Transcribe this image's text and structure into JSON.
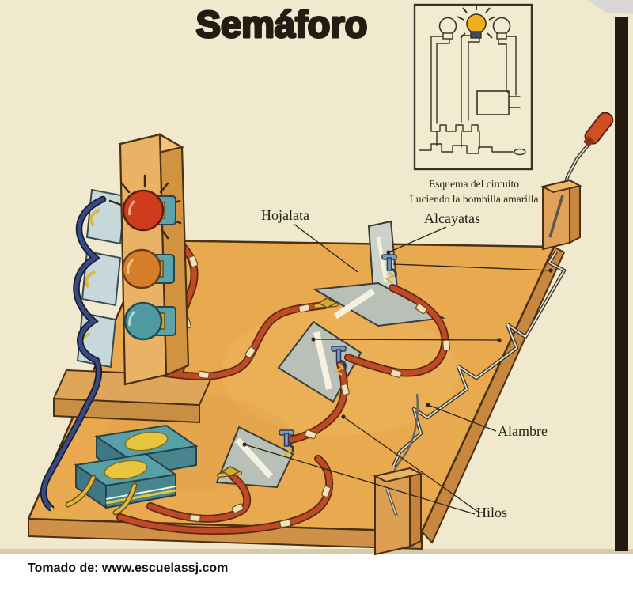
{
  "page": {
    "title": "Semáforo",
    "footer_credit": "Tomado de: www.escuelassj.com"
  },
  "inset": {
    "caption_line1": "Esquema del circuito",
    "caption_line2": "Luciendo la bombilla amarilla"
  },
  "labels": {
    "hojalata": "Hojalata",
    "alcayatas": "Alcayatas",
    "alambre": "Alambre",
    "hilos": "Hilos"
  },
  "colors": {
    "paper": "#f0e9cd",
    "board_top": "#e9a94f",
    "board_side": "#c8873e",
    "wood_post": "#e9b264",
    "wire_red": "#bf4a27",
    "wire_navy": "#3a4a7c",
    "bulb_red": "#cf3c1d",
    "bulb_amber": "#d67f2a",
    "bulb_teal": "#4f9aa0",
    "battery_teal": "#58a0a8",
    "battery_label_yellow": "#e6c63e",
    "tin_gray": "#b9c0b8",
    "hook_blue": "#7b9cc0",
    "brass": "#d9b843",
    "ink": "#2d261a",
    "black_bar": "#231a10",
    "schematic_lit_bulb": "#f0ae1e",
    "crank_handle": "#d14f24"
  }
}
